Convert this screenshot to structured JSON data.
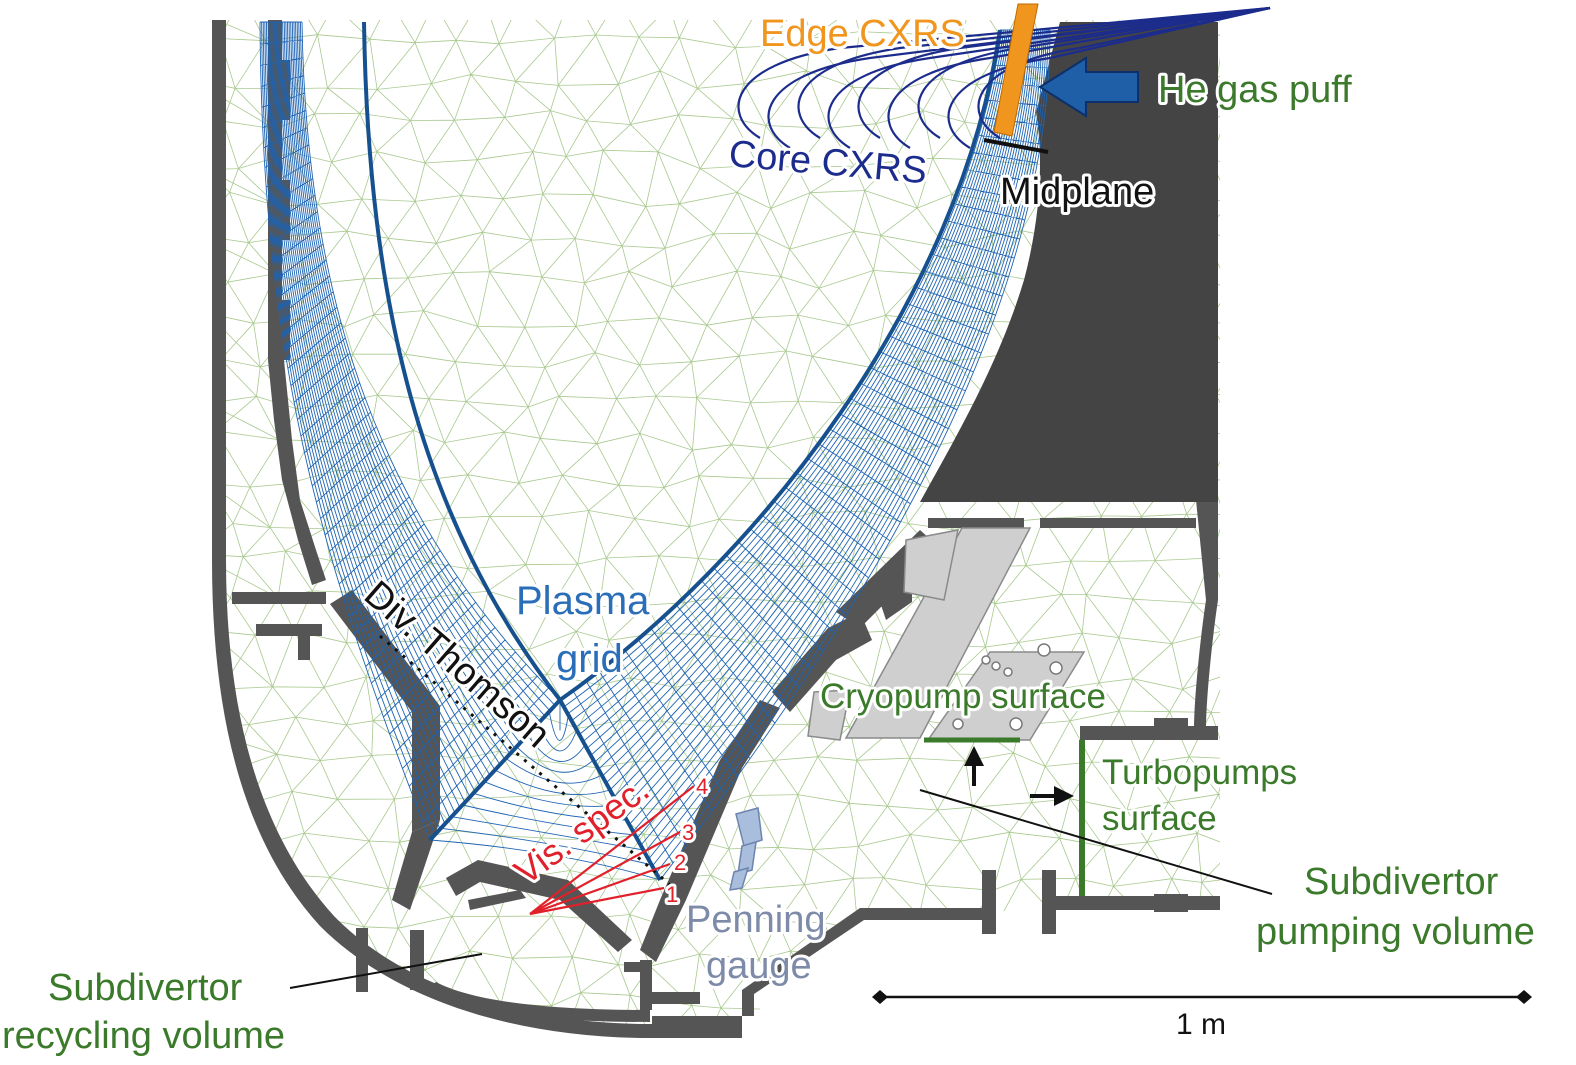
{
  "labels": {
    "edge_cxrs": "Edge CXRS",
    "he_gas_puff": "He gas puff",
    "core_cxrs": "Core CXRS",
    "midplane": "Midplane",
    "plasma_grid_line1": "Plasma",
    "plasma_grid_line2": "grid",
    "div_thomson": "Div. Thomson",
    "vis_spec": "Vis. spec.",
    "chord_1": "1",
    "chord_2": "2",
    "chord_3": "3",
    "chord_4": "4",
    "penning_line1": "Penning",
    "penning_line2": "gauge",
    "cryopump_surface": "Cryopump surface",
    "turbopumps_line1": "Turbopumps",
    "turbopumps_line2": "surface",
    "sub_pumping_line1": "Subdivertor",
    "sub_pumping_line2": "pumping volume",
    "sub_recycling_line1": "Subdivertor",
    "sub_recycling_line2": "recycling volume",
    "scale_bar": "1 m"
  },
  "colors": {
    "wall": "#555555",
    "plasma_grid": "#1e64b4",
    "neutral_mesh": "#a9c98f",
    "edge_cxrs": "#f0961e",
    "he_gas_puff_arrow": "#1f5fa8",
    "core_cxrs": "#1c2c8c",
    "vis_spec": "#e0202a",
    "green_labels": "#3a7a2a",
    "penning": "#7d8aa8",
    "black": "#111111"
  }
}
